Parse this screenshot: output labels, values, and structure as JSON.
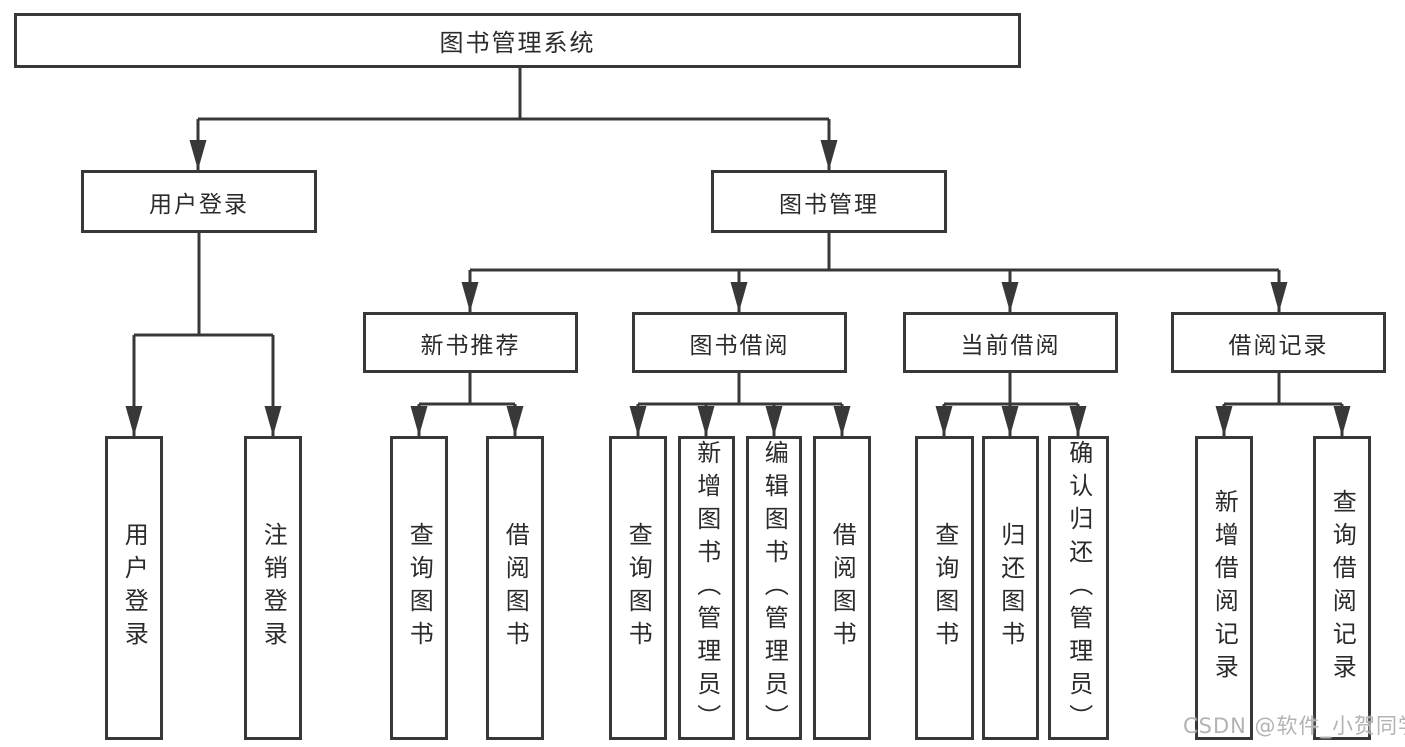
{
  "colors": {
    "line": "#383838",
    "text": "#2b2b2b",
    "background": "#ffffff",
    "watermark": "#b3b3b3"
  },
  "diagram": {
    "root": {
      "label": "图书管理系统"
    },
    "level2": {
      "user_login": {
        "label": "用户登录"
      },
      "book_mgmt": {
        "label": "图书管理"
      }
    },
    "level3": {
      "new_book_rec": {
        "label": "新书推荐"
      },
      "book_borrow": {
        "label": "图书借阅"
      },
      "current_borrow": {
        "label": "当前借阅"
      },
      "borrow_records": {
        "label": "借阅记录"
      }
    },
    "level4": {
      "user_login_leaf": {
        "label": "用户登录"
      },
      "logout": {
        "label": "注销登录"
      },
      "rec_query_books": {
        "label": "查询图书"
      },
      "rec_borrow_books": {
        "label": "借阅图书"
      },
      "bb_query_books": {
        "label": "查询图书"
      },
      "bb_add_books": {
        "label": "新增图书（管理员）"
      },
      "bb_edit_books": {
        "label": "编辑图书（管理员）"
      },
      "bb_borrow_books": {
        "label": "借阅图书"
      },
      "cb_query_books": {
        "label": "查询图书"
      },
      "cb_return_books": {
        "label": "归还图书"
      },
      "cb_confirm_return": {
        "label": "确认归还（管理员）"
      },
      "br_add_record": {
        "label": "新增借阅记录"
      },
      "br_query_record": {
        "label": "查询借阅记录"
      }
    }
  },
  "watermark": {
    "text": "CSDN @软件_小贺同学"
  }
}
